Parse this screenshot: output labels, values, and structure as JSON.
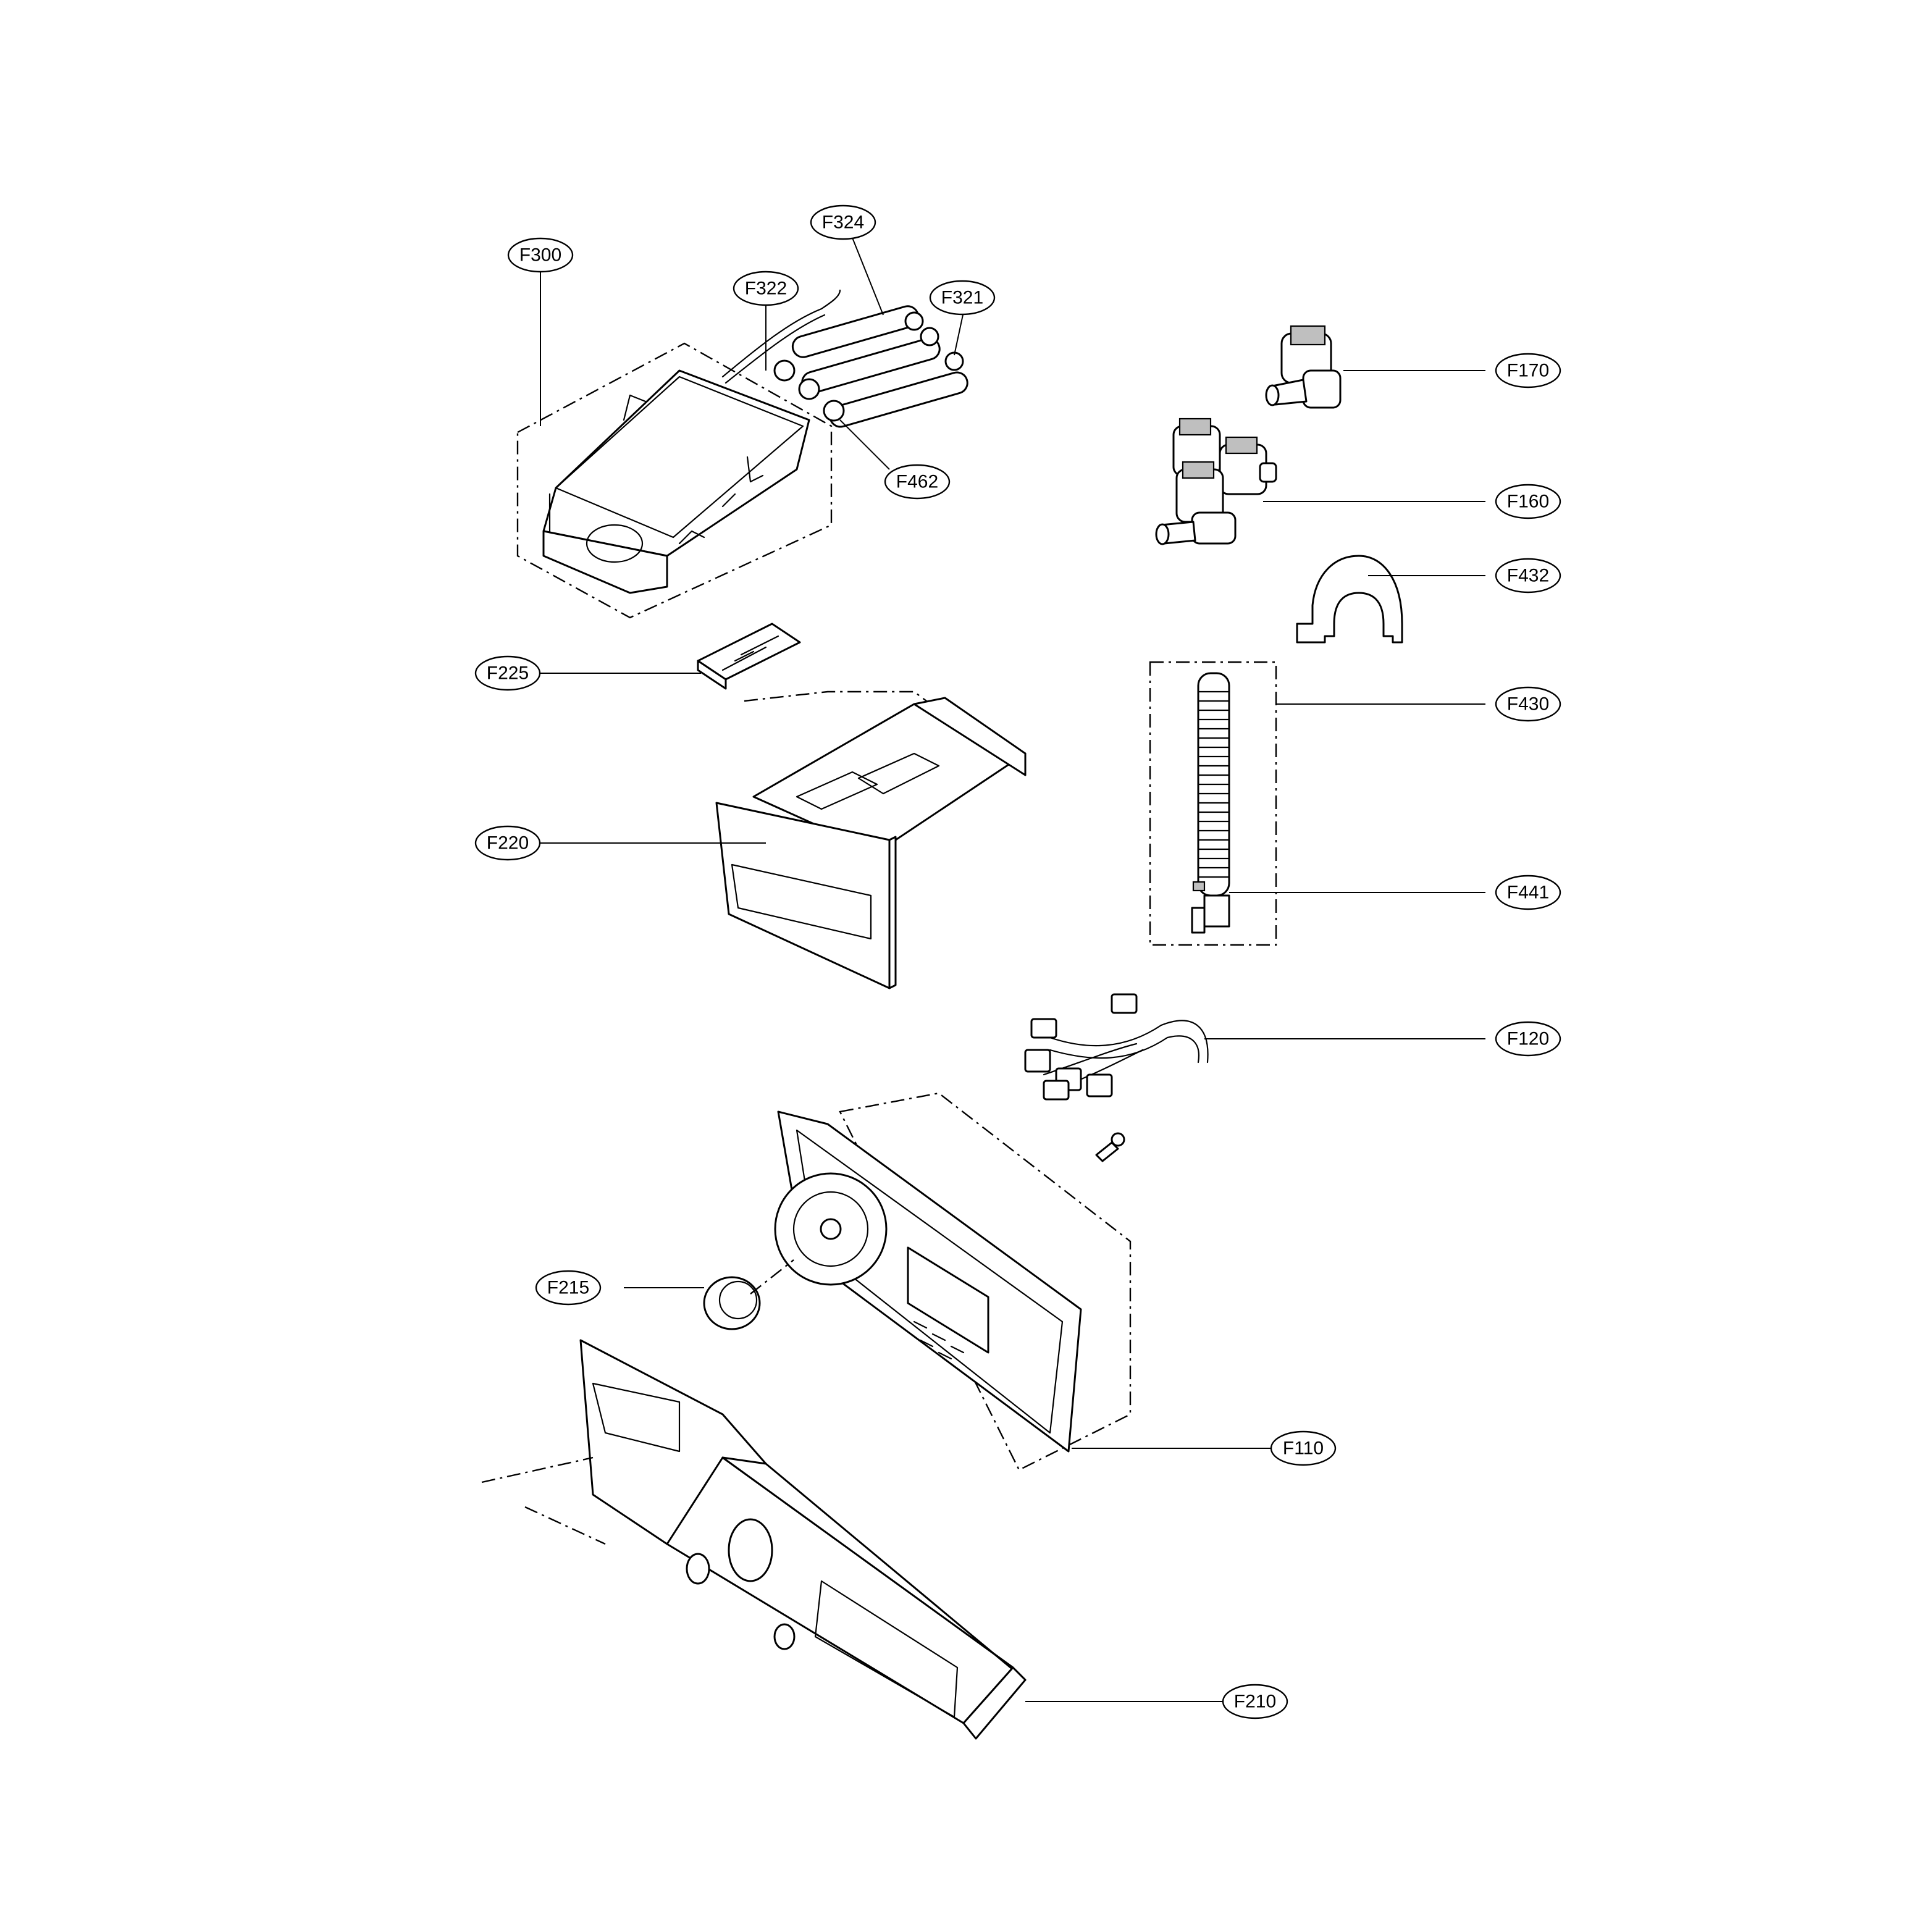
{
  "callouts": {
    "F300": "F300",
    "F322": "F322",
    "F324": "F324",
    "F321": "F321",
    "F462": "F462",
    "F170": "F170",
    "F160": "F160",
    "F432": "F432",
    "F225": "F225",
    "F430": "F430",
    "F220": "F220",
    "F441": "F441",
    "F120": "F120",
    "F215": "F215",
    "F110": "F110",
    "F210": "F210"
  },
  "colors": {
    "line": "#000000",
    "background": "#ffffff",
    "shade": "#bfbfbf"
  }
}
